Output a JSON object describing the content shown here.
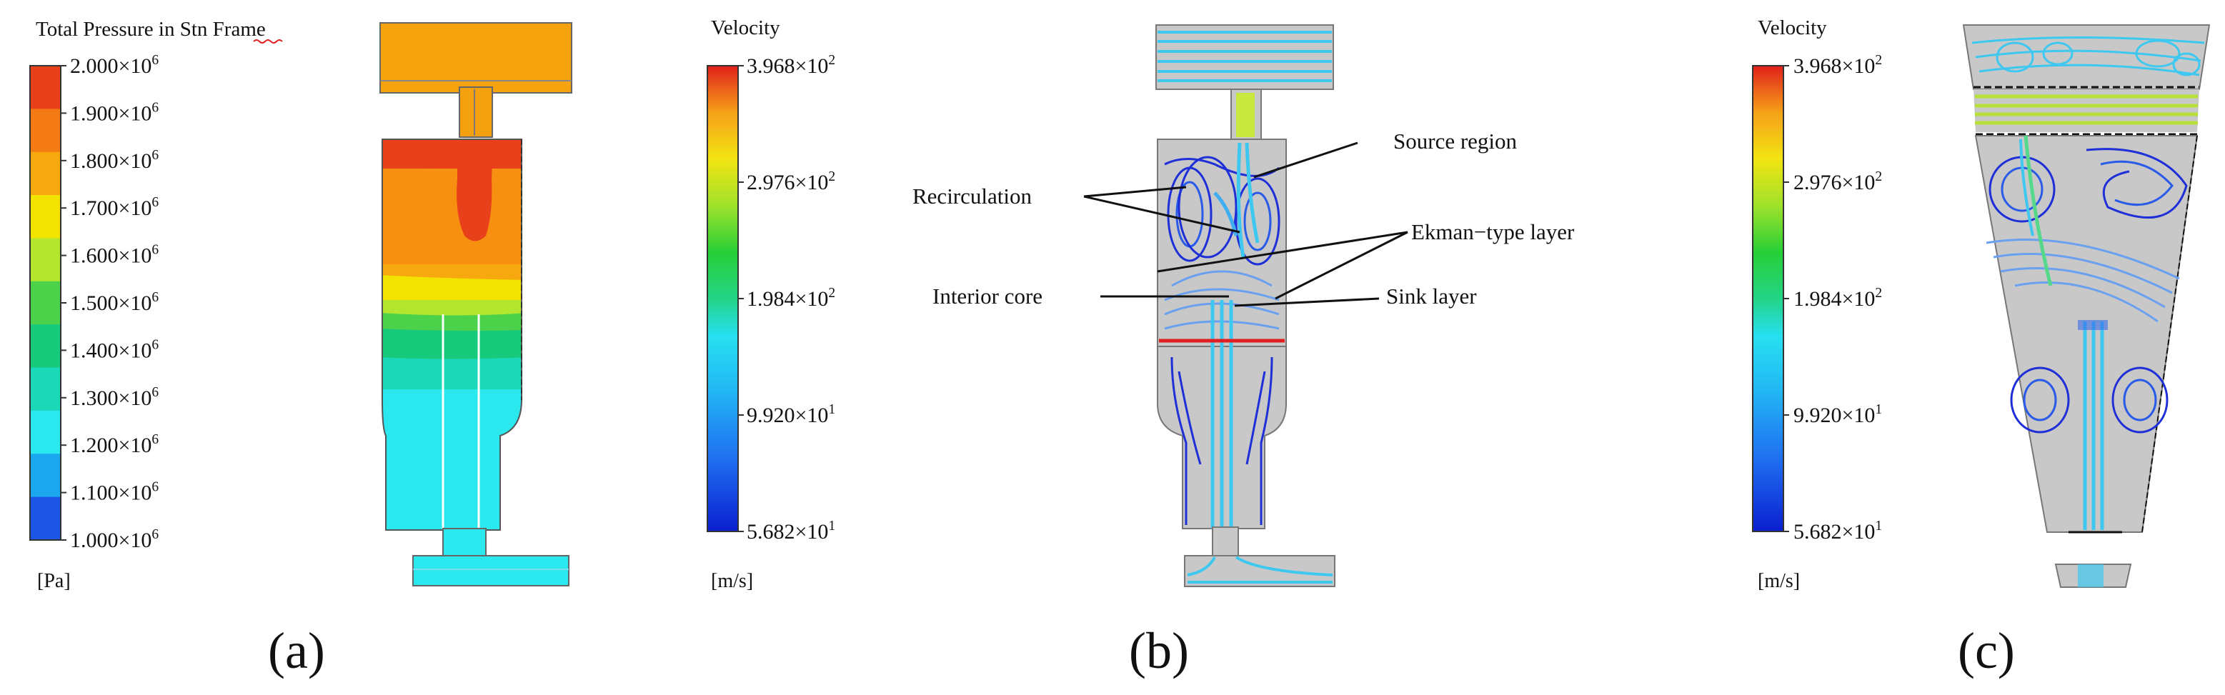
{
  "panel_a": {
    "title": "Total Pressure in Stn Frame",
    "unit": "[Pa]",
    "ticks": [
      {
        "base": "2.000",
        "exp": "6"
      },
      {
        "base": "1.900",
        "exp": "6"
      },
      {
        "base": "1.800",
        "exp": "6"
      },
      {
        "base": "1.700",
        "exp": "6"
      },
      {
        "base": "1.600",
        "exp": "6"
      },
      {
        "base": "1.500",
        "exp": "6"
      },
      {
        "base": "1.400",
        "exp": "6"
      },
      {
        "base": "1.300",
        "exp": "6"
      },
      {
        "base": "1.200",
        "exp": "6"
      },
      {
        "base": "1.100",
        "exp": "6"
      },
      {
        "base": "1.000",
        "exp": "6"
      }
    ],
    "band_colors": [
      "#e8401a",
      "#f47b14",
      "#f7a80f",
      "#f2e400",
      "#b4e62e",
      "#4cd14b",
      "#17c97a",
      "#1bd8b8",
      "#2ae8ee",
      "#1ba7ee",
      "#1d55e6"
    ],
    "caption": "(a)"
  },
  "panel_b": {
    "title": "Velocity",
    "unit": "[m/s]",
    "ticks": [
      {
        "base": "3.968",
        "exp": "2"
      },
      {
        "base": "2.976",
        "exp": "2"
      },
      {
        "base": "1.984",
        "exp": "2"
      },
      {
        "base": "9.920",
        "exp": "1"
      },
      {
        "base": "5.682",
        "exp": "1"
      }
    ],
    "annotations": {
      "source_region": "Source region",
      "recirculation": "Recirculation",
      "ekman_layer": "Ekman−type layer",
      "interior_core": "Interior core",
      "sink_layer": "Sink layer"
    },
    "caption": "(b)"
  },
  "panel_c": {
    "title": "Velocity",
    "unit": "[m/s]",
    "ticks": [
      {
        "base": "3.968",
        "exp": "2"
      },
      {
        "base": "2.976",
        "exp": "2"
      },
      {
        "base": "1.984",
        "exp": "2"
      },
      {
        "base": "9.920",
        "exp": "1"
      },
      {
        "base": "5.682",
        "exp": "1"
      }
    ],
    "caption": "(c)"
  },
  "colors": {
    "accent_red": "#e02020",
    "stream_blue": "#1e2fd8",
    "stream_cyan": "#3ec8f0",
    "solid_gray": "#c8c8c8",
    "times_symbol": "×"
  }
}
